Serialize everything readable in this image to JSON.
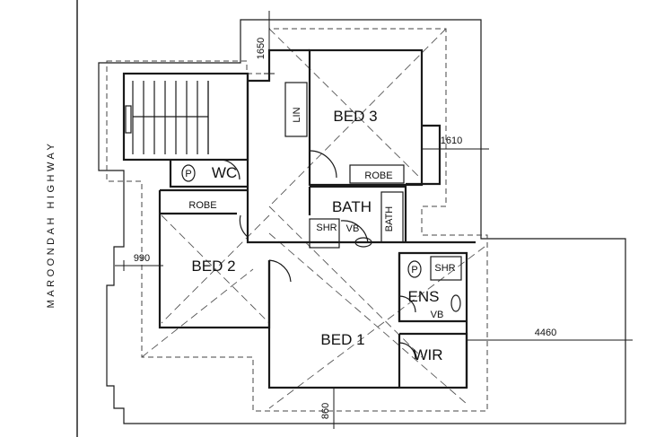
{
  "street": "MAROONDAH HIGHWAY",
  "rooms": {
    "bed1": "BED 1",
    "bed2": "BED 2",
    "bed3": "BED 3",
    "bath": "BATH",
    "ens": "ENS",
    "wc": "WC",
    "wir": "WIR"
  },
  "fixtures": {
    "robe_bed2": "ROBE",
    "robe_bed3": "ROBE",
    "lin": "LIN",
    "shr_bath": "SHR",
    "shr_ens": "SHR",
    "vb_bath": "VB",
    "vb_ens": "VB",
    "bath_tub": "BATH",
    "p_wc": "P",
    "p_ens": "P"
  },
  "dimensions": {
    "top": "1650",
    "right_upper": "1610",
    "left": "990",
    "right_lower": "4460",
    "bottom": "860"
  }
}
